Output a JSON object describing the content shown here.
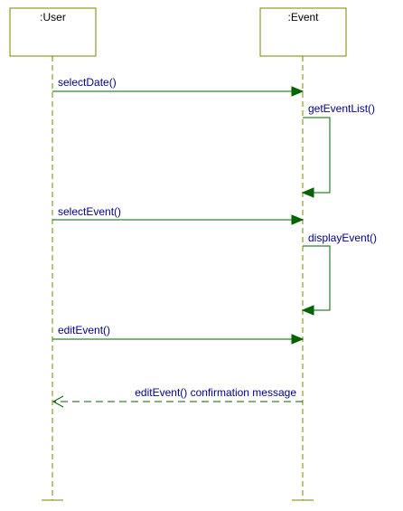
{
  "participants": {
    "user": {
      "label": ":User"
    },
    "event": {
      "label": ":Event"
    }
  },
  "messages": {
    "select_date": {
      "label": "selectDate()"
    },
    "get_event_list": {
      "label": "getEventList()"
    },
    "select_event": {
      "label": "selectEvent()"
    },
    "display_event": {
      "label": "displayEvent()"
    },
    "edit_event": {
      "label": "editEvent()"
    },
    "confirmation": {
      "label": "editEvent() confirmation message"
    }
  },
  "colors": {
    "lifeline": "#808000",
    "message_line": "#006400",
    "message_text": "#00008b",
    "participant_text": "#000000"
  }
}
